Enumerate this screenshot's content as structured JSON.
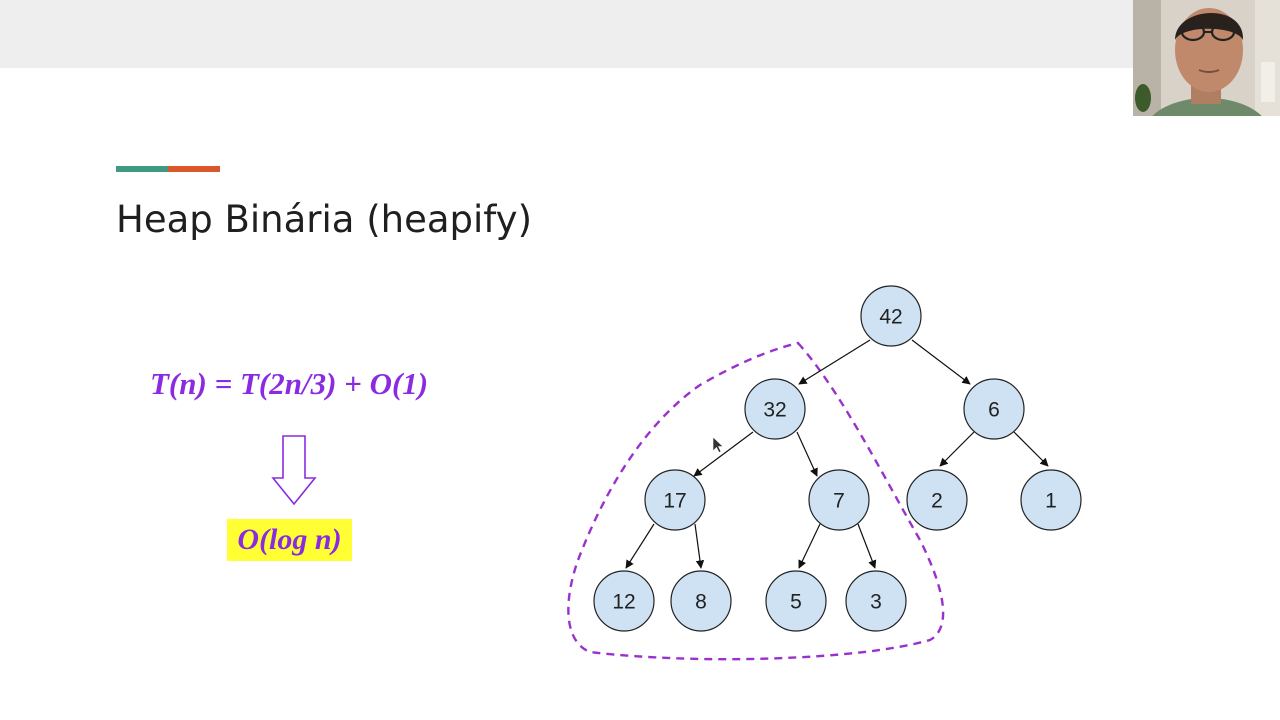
{
  "slide": {
    "title": "Heap Binária (heapify)",
    "accent_colors": [
      "#3f9a82",
      "#d9572b"
    ]
  },
  "formula": {
    "recurrence": "T(n) = T(2n/3) + O(1)",
    "implies_icon": "hollow-down-arrow",
    "result": "O(log n)",
    "text_color": "#8a2be2",
    "highlight_color": "#ffff33"
  },
  "heap": {
    "node_fill": "#cfe2f3",
    "subtree_outline_color": "#9932cc",
    "nodes": [
      "42",
      "32",
      "6",
      "17",
      "7",
      "2",
      "1",
      "12",
      "8",
      "5",
      "3"
    ]
  },
  "webcam": {
    "icon": "presenter-webcam"
  }
}
